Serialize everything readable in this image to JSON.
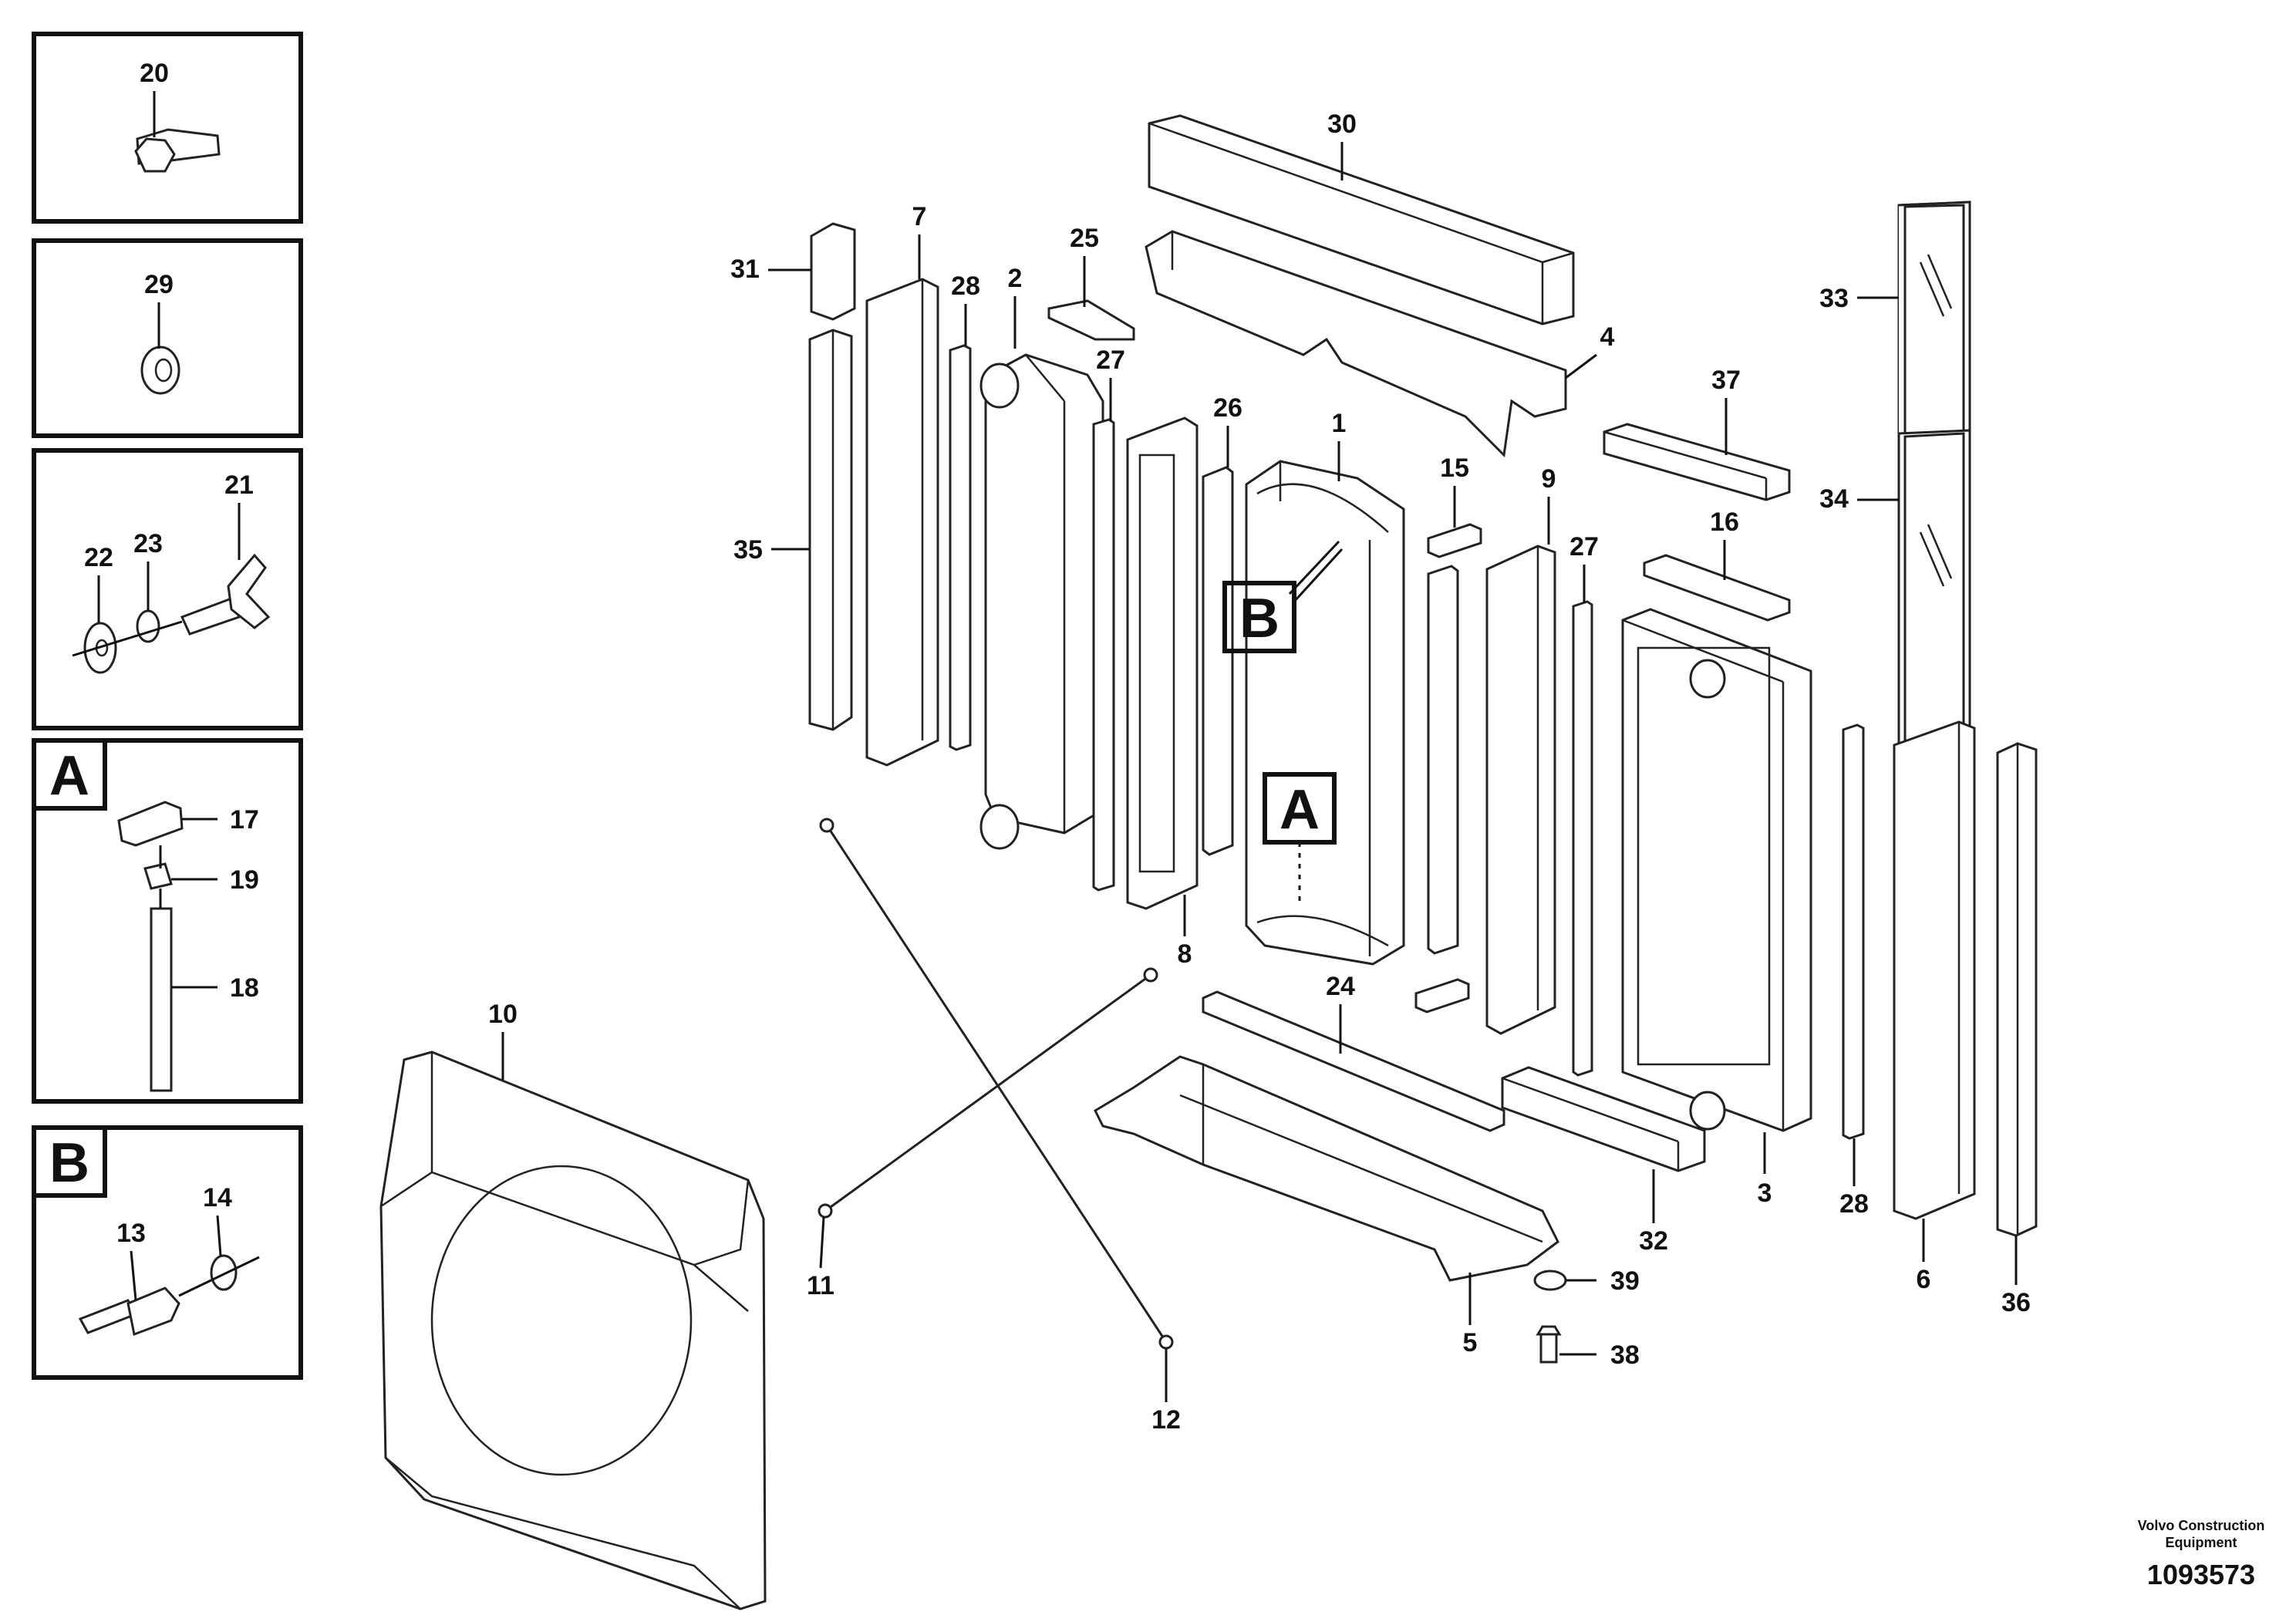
{
  "callouts": {
    "c1": "1",
    "c2": "2",
    "c3": "3",
    "c4": "4",
    "c5": "5",
    "c6": "6",
    "c7": "7",
    "c8": "8",
    "c9": "9",
    "c10": "10",
    "c11": "11",
    "c12": "12",
    "c13": "13",
    "c14": "14",
    "c15": "15",
    "c16": "16",
    "c17": "17",
    "c18": "18",
    "c19": "19",
    "c20": "20",
    "c21": "21",
    "c22": "22",
    "c23": "23",
    "c24": "24",
    "c25": "25",
    "c26": "26",
    "c27": "27",
    "c28": "28",
    "c29": "29",
    "c30": "30",
    "c31": "31",
    "c32": "32",
    "c33": "33",
    "c34": "34",
    "c35": "35",
    "c36": "36",
    "c37": "37",
    "c38": "38",
    "c39": "39"
  },
  "detail_markers": {
    "a": "A",
    "b": "B"
  },
  "footer": {
    "company_line1": "Volvo Construction",
    "company_line2": "Equipment",
    "drawing_number": "1093573"
  }
}
